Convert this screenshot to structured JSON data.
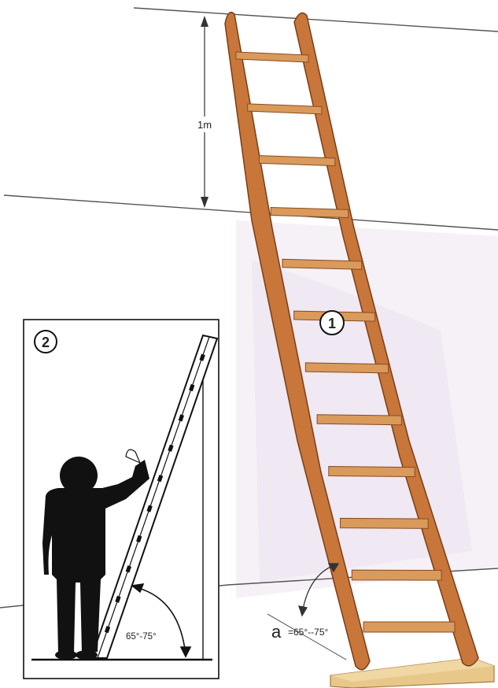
{
  "main_scene": {
    "height_label": "1m",
    "callout_number": "1",
    "angle_symbol": "a",
    "angle_range": "=65°--75°"
  },
  "inset": {
    "callout_number": "2",
    "angle_range": "65°-75°"
  },
  "colors": {
    "wood": "#c8733a",
    "wood_dark": "#8a4a1e",
    "rung": "#d99a5c",
    "base": "#e9c98d",
    "wall_tint": "#f3eef4",
    "line": "#333333"
  }
}
